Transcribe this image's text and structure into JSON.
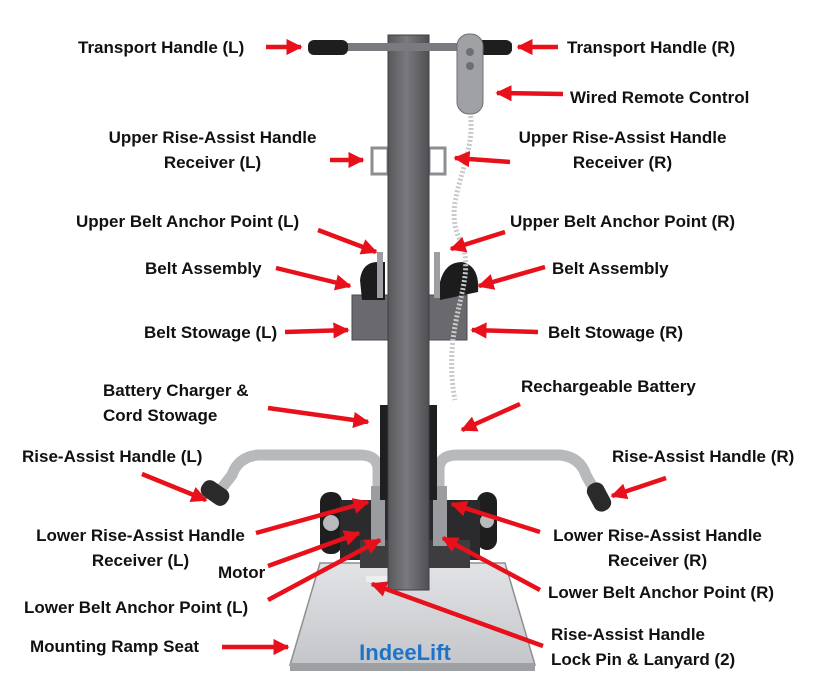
{
  "colors": {
    "arrow": "#e8101a",
    "column": "#6e6e72",
    "metal": "#a9abae",
    "grip": "#2a2a2a",
    "base": "#d4d6d9",
    "logo": "#1e73c8"
  },
  "brand_logo": "IndeeLift",
  "labels": {
    "transport_handle_l": "Transport Handle (L)",
    "transport_handle_r": "Transport Handle (R)",
    "wired_remote": "Wired Remote Control",
    "upper_receiver_l": [
      "Upper Rise-Assist Handle",
      "Receiver (L)"
    ],
    "upper_receiver_r": [
      "Upper Rise-Assist Handle",
      "Receiver (R)"
    ],
    "upper_anchor_l": "Upper Belt Anchor Point (L)",
    "upper_anchor_r": "Upper Belt Anchor Point (R)",
    "belt_assembly_l": "Belt Assembly",
    "belt_assembly_r": "Belt Assembly",
    "belt_stowage_l": "Belt Stowage (L)",
    "belt_stowage_r": "Belt Stowage (R)",
    "battery_charger": [
      "Battery Charger &",
      "Cord Stowage"
    ],
    "rechargeable_battery": "Rechargeable Battery",
    "rise_handle_l": "Rise-Assist Handle (L)",
    "rise_handle_r": "Rise-Assist Handle (R)",
    "lower_receiver_l": [
      "Lower Rise-Assist Handle",
      "Receiver (L)"
    ],
    "lower_receiver_r": [
      "Lower Rise-Assist Handle",
      "Receiver (R)"
    ],
    "motor": "Motor",
    "lower_anchor_l": "Lower Belt Anchor Point (L)",
    "lower_anchor_r": "Lower Belt Anchor Point (R)",
    "mounting_ramp_seat": "Mounting Ramp Seat",
    "lock_pin": [
      "Rise-Assist Handle",
      "Lock Pin & Lanyard (2)"
    ]
  }
}
